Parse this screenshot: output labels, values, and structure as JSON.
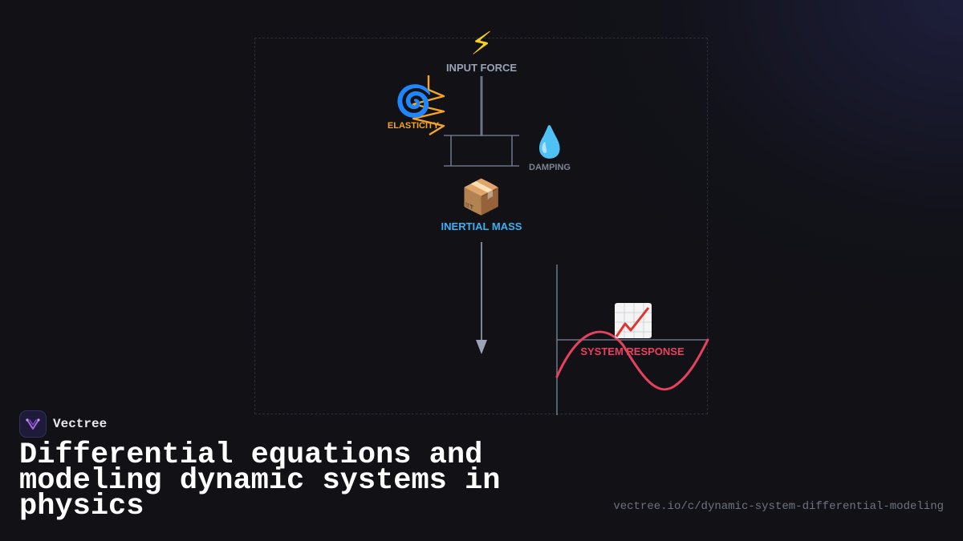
{
  "diagram": {
    "nodes": {
      "input_force": {
        "icon": "lightning-icon",
        "glyph": "⚡",
        "label": "INPUT FORCE",
        "color": "#9aa3b5"
      },
      "elasticity": {
        "icon": "spiral-icon",
        "glyph": "🌀",
        "label": "ELASTICITY",
        "color": "#f5a524"
      },
      "damping": {
        "icon": "droplet-icon",
        "glyph": "💧",
        "label": "DAMPING",
        "color": "#7d8494"
      },
      "inertial_mass": {
        "icon": "package-icon",
        "glyph": "📦",
        "label": "INERTIAL MASS",
        "color": "#3bb0f0"
      },
      "system_response": {
        "icon": "chart-increasing-icon",
        "glyph": "📈",
        "label": "SYSTEM RESPONSE",
        "color": "#e8405f"
      }
    },
    "colors": {
      "frame": "#2a2d3a",
      "stroke": "#6b7385",
      "arrow": "#9aa3b5",
      "spring": "#f5a524",
      "wave": "#e8405f"
    }
  },
  "brand": {
    "name": "Vectree",
    "logo_icon": "vectree-logo-icon"
  },
  "title": "Differential equations and modeling dynamic systems in physics",
  "url": "vectree.io/c/dynamic-system-differential-modeling"
}
